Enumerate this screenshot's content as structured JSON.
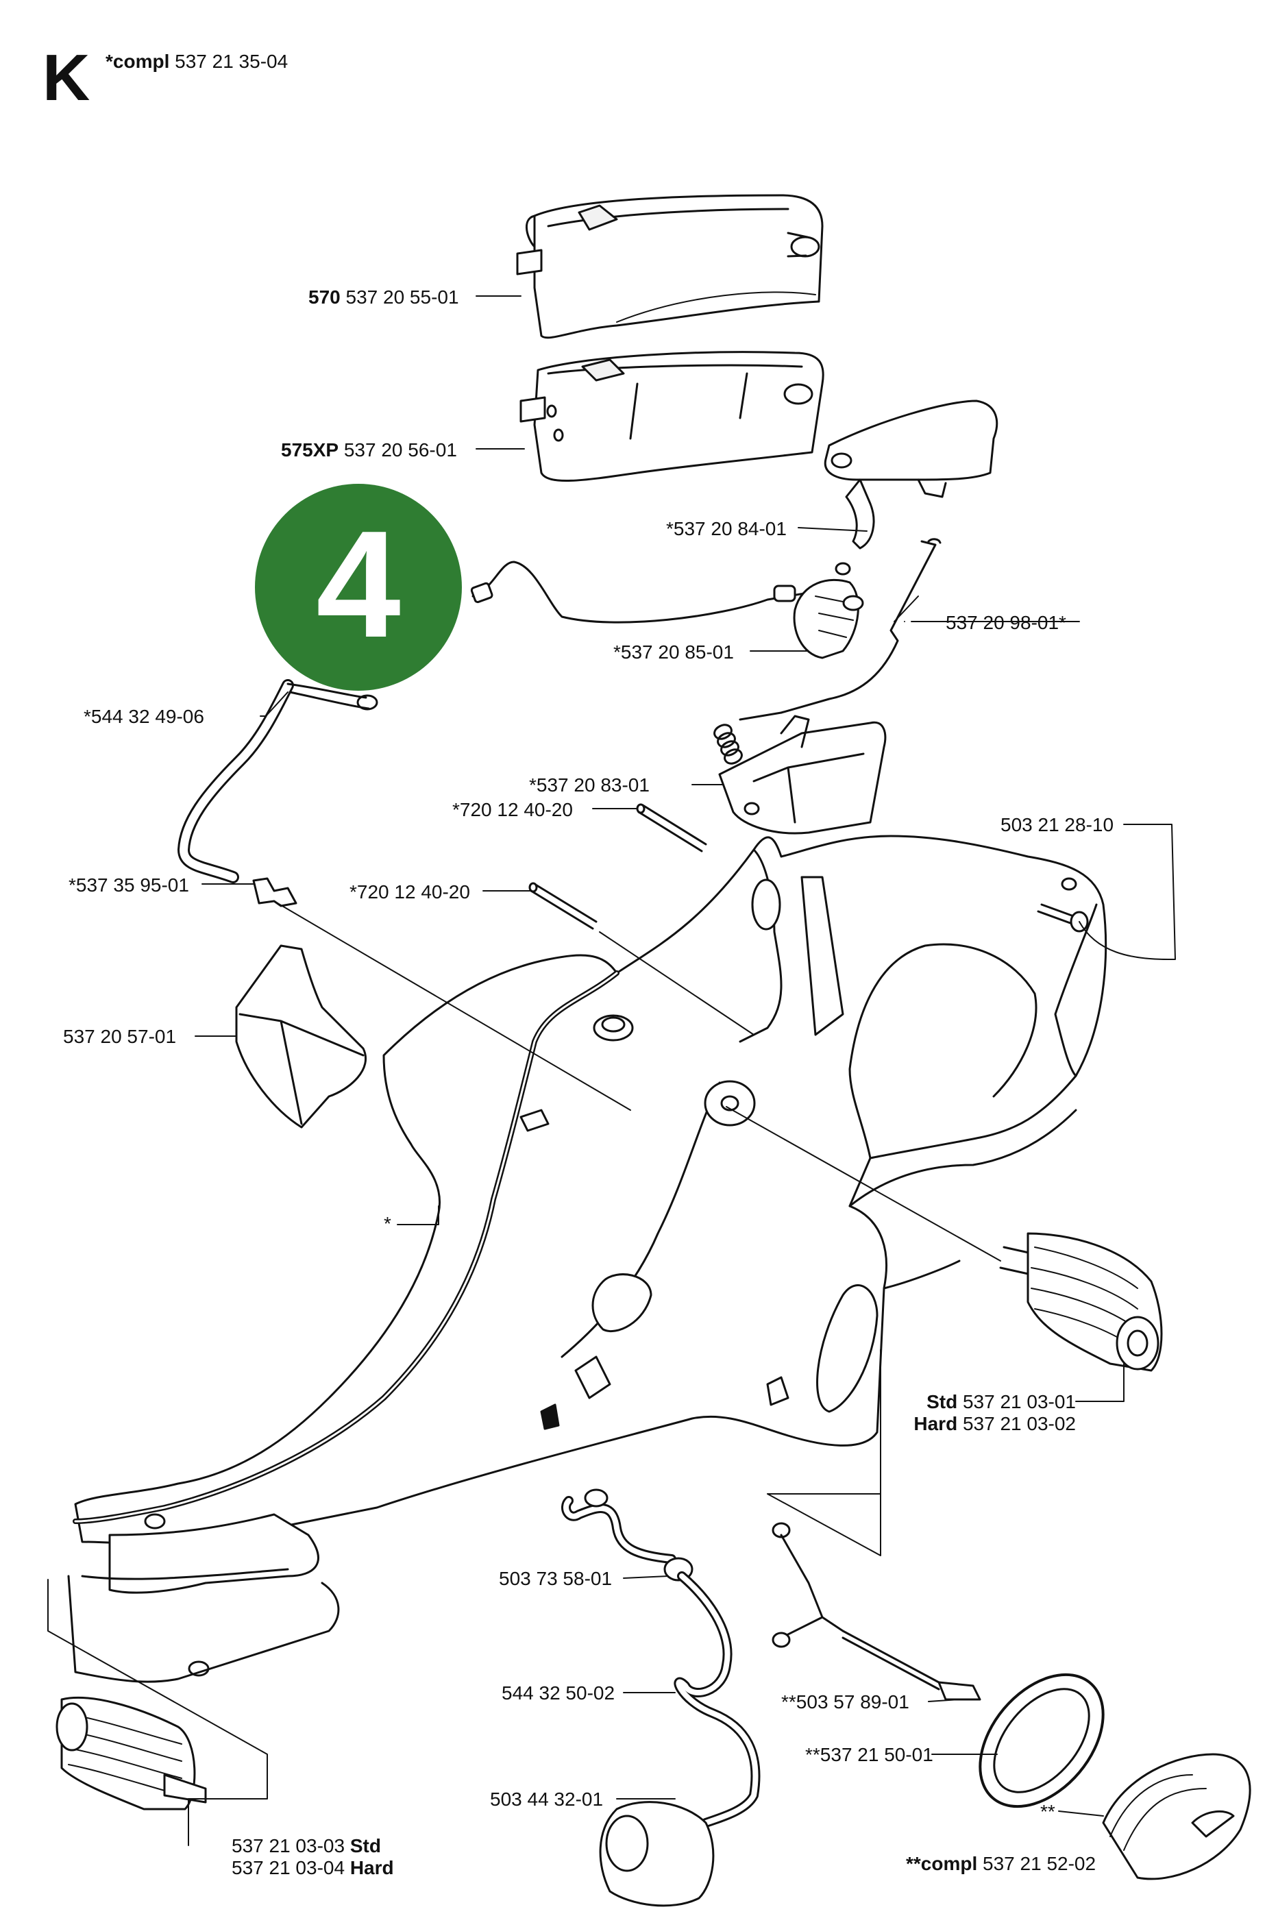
{
  "header": {
    "letter": "K",
    "compl_prefix": "*compl",
    "compl_number": "537 21 35-04"
  },
  "badge": {
    "number": "4",
    "color": "#2f7d32"
  },
  "parts": {
    "p570": {
      "model": "570",
      "number": "537 20 55-01"
    },
    "p575": {
      "model": "575XP",
      "number": "537 20 56-01"
    },
    "trigger": "*537 20 84-01",
    "throttle_rod": "537 20 98-01*",
    "lockout": "*537 20 85-01",
    "hose": "*544 32 49-06",
    "bracket": "*537 20 83-01",
    "pin1": "*720 12 40-20",
    "screw": "503 21 28-10",
    "nipple": "*537 35 95-01",
    "pin2": "*720 12 40-20",
    "cover": "537 20 57-01",
    "tank": "*",
    "av_right": {
      "std_label": "Std",
      "std_number": "537 21 03-01",
      "hard_label": "Hard",
      "hard_number": "537 21 03-02"
    },
    "fuel_line": "503 73 58-01",
    "fuel_hose": "544 32 50-02",
    "fuel_filter": "503 44 32-01",
    "lever": "**503 57 89-01",
    "seal": "**537 21 50-01",
    "cap": "**",
    "cap_compl": {
      "prefix": "**compl",
      "number": "537 21 52-02"
    },
    "av_left": {
      "std_number": "537 21 03-03",
      "std_label": "Std",
      "hard_number": "537 21 03-04",
      "hard_label": "Hard"
    }
  }
}
